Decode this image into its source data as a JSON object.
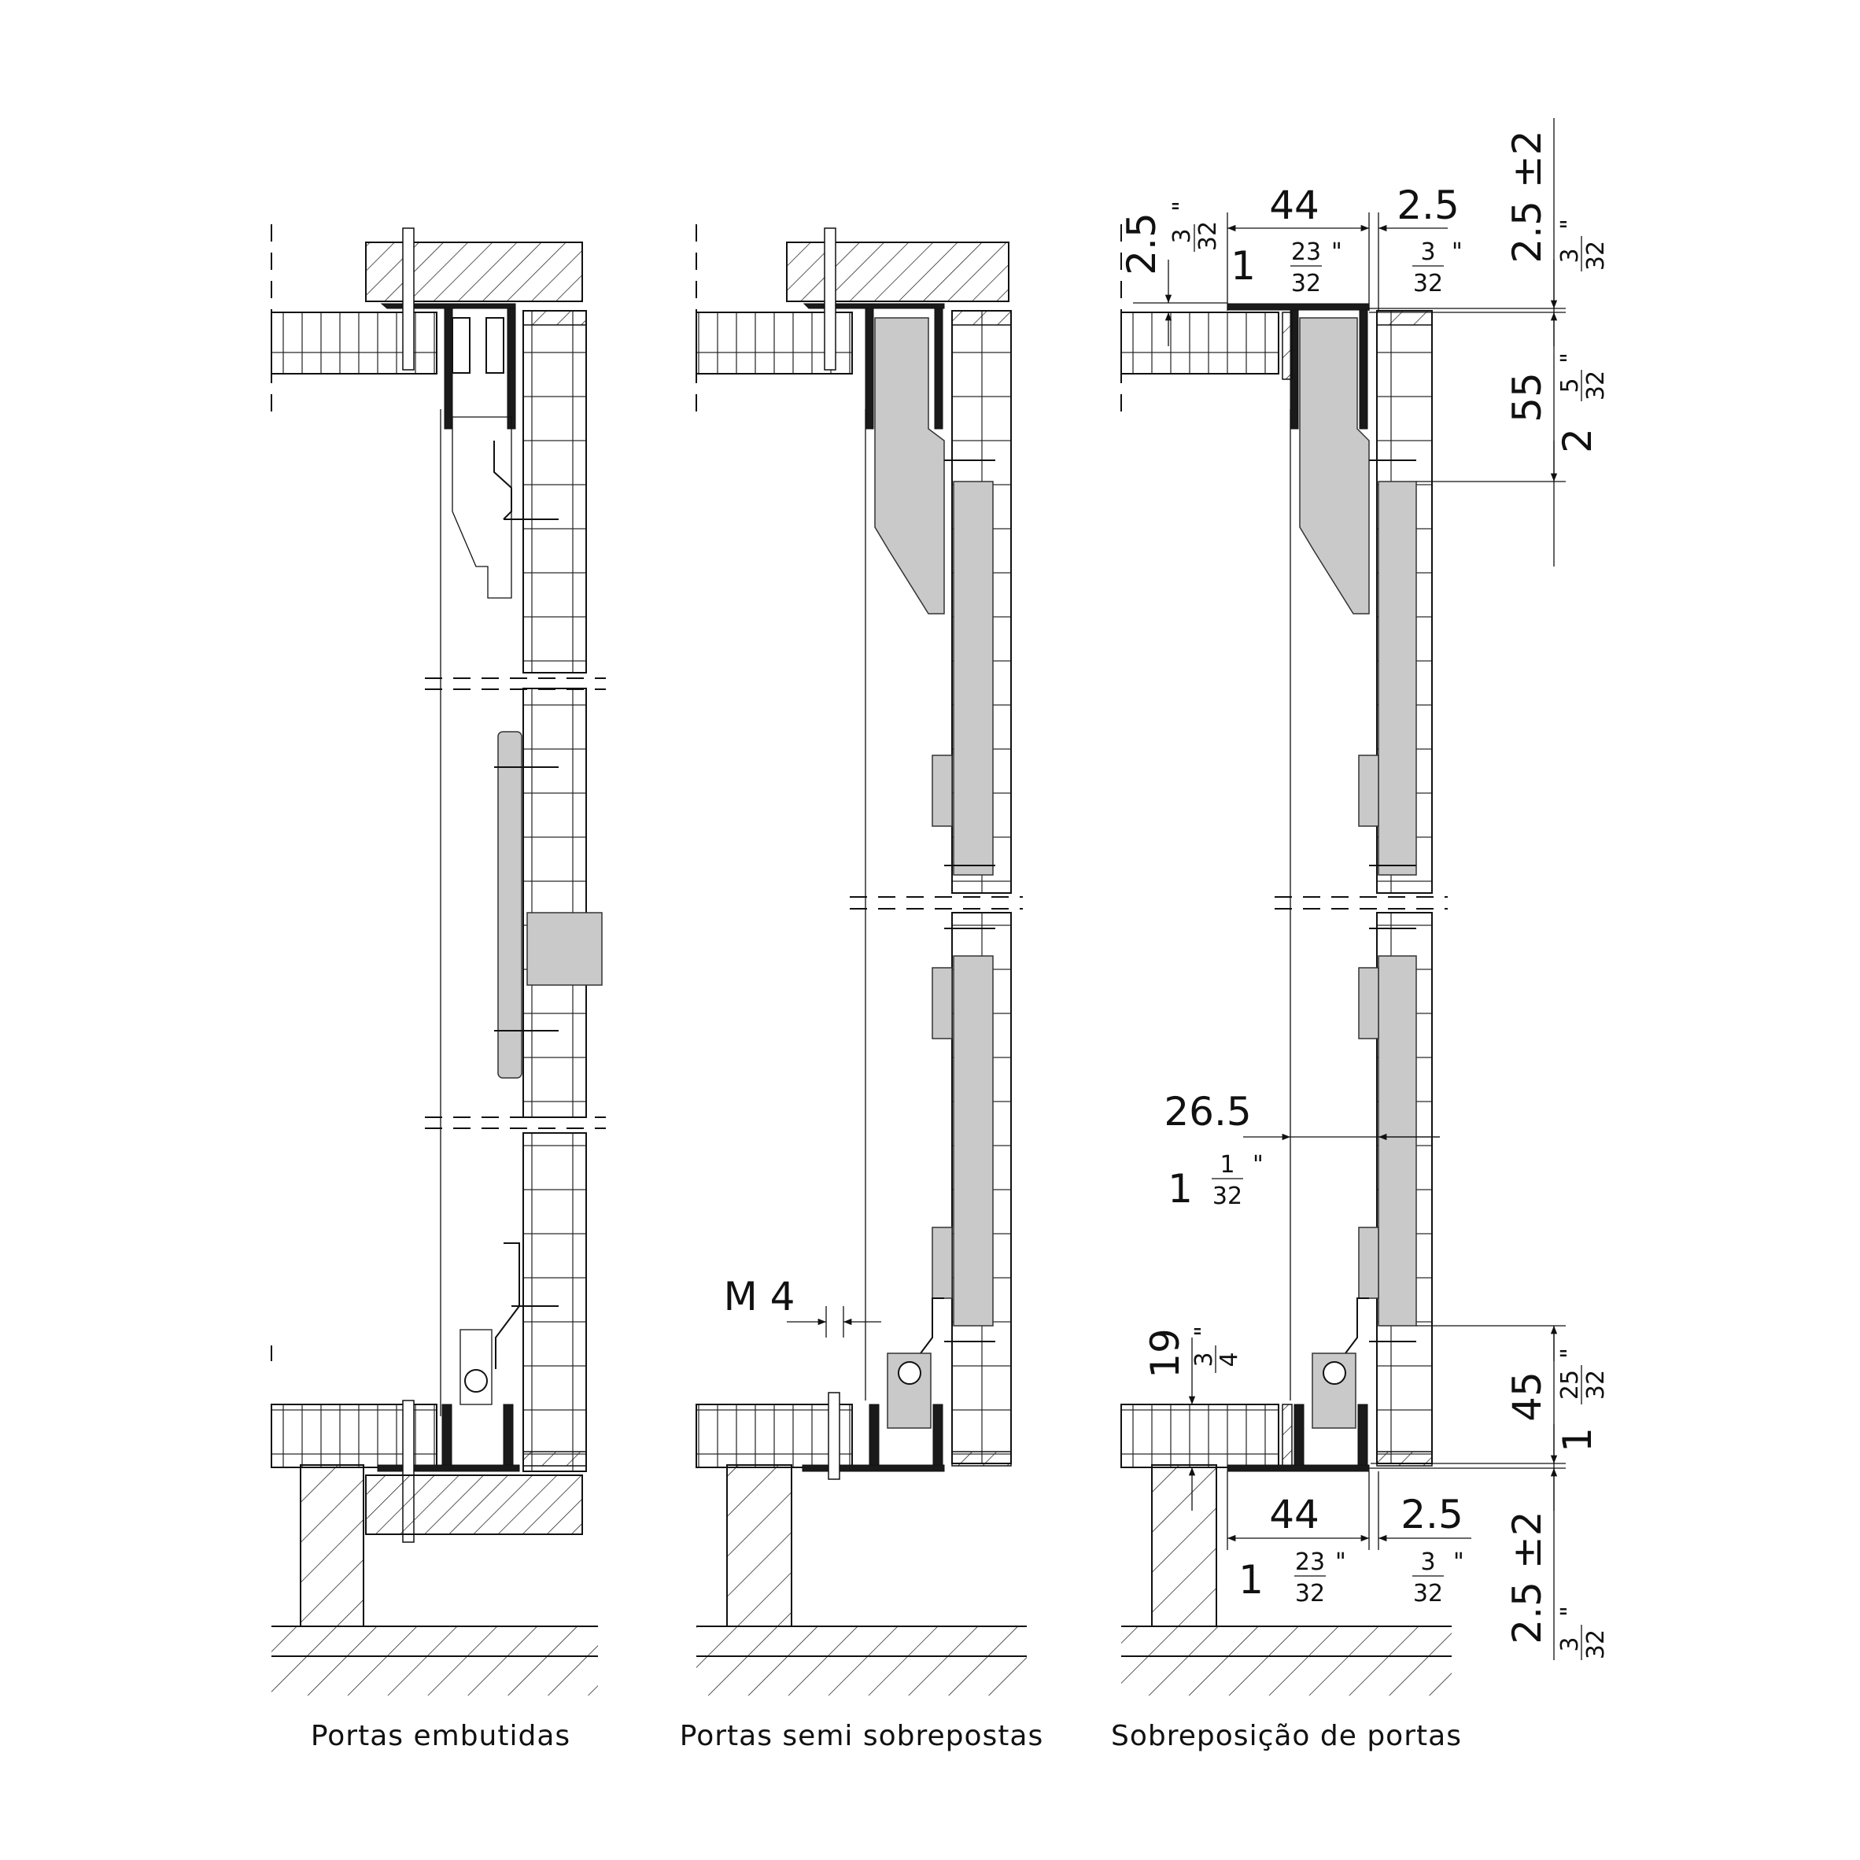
{
  "captions": {
    "flush": "Portas embutidas",
    "semi": "Portas semi sobrepostas",
    "overlay": "Sobreposição de portas"
  },
  "dimensions": {
    "top_gap_mm": "2.5",
    "top_gap_in_num": "3",
    "top_gap_in_den": "32",
    "rail_width_mm": "44",
    "rail_width_in_whole": "1",
    "rail_width_in_num": "23",
    "rail_width_in_den": "32",
    "door_gap_mm": "2.5",
    "door_gap_in_num": "3",
    "door_gap_in_den": "32",
    "vertical_tol_mm": "2.5 ±2",
    "vertical_tol_in_num": "3",
    "vertical_tol_in_den": "32",
    "top_offset_mm": "55",
    "top_offset_in_whole": "2",
    "top_offset_in_num": "5",
    "top_offset_in_den": "32",
    "center_mm": "26.5",
    "center_in_whole": "1",
    "center_in_num": "1",
    "center_in_den": "32",
    "bottom_board_mm": "19",
    "bottom_board_in_num": "3",
    "bottom_board_in_den": "4",
    "bottom_offset_mm": "45",
    "bottom_offset_in_whole": "1",
    "bottom_offset_in_num": "25",
    "bottom_offset_in_den": "32",
    "screw_label": "M 4",
    "inch_mark": "\""
  }
}
